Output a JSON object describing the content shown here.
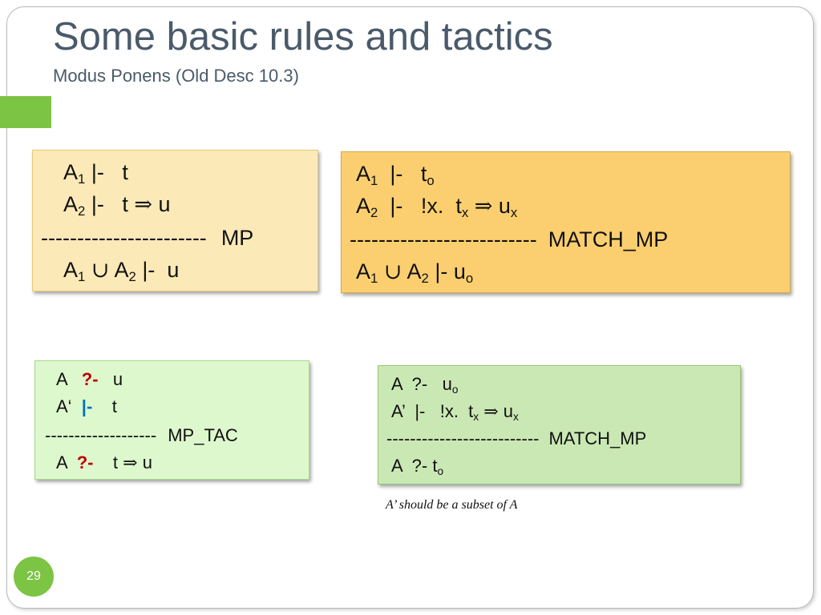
{
  "slide": {
    "title": "Some basic rules and tactics",
    "subtitle": "Modus Ponens (Old Desc 10.3)",
    "page_number": "29",
    "note": "A’ should be a subset of A"
  },
  "symbols": {
    "implies": "⇒",
    "union": "∪"
  },
  "mp_rule": {
    "l1_a": "A",
    "l1_sub": "1",
    "l1_rest": " |-   t",
    "l2_a": "A",
    "l2_sub": "2",
    "l2_rest": " |-   t ",
    "l2_end": " u",
    "separator": "-----------------------",
    "name": "MP",
    "c_a1": "A",
    "c_sub1": "1",
    "c_a2": "A",
    "c_sub2": "2",
    "c_rest": " |-  u"
  },
  "match_mp_rule": {
    "l1_a": "A",
    "l1_sub": "1",
    "l1_rest": "  |-   t",
    "l1_sub2": "o",
    "l2_a": "A",
    "l2_sub": "2",
    "l2_rest": "  |-   !x.  t",
    "l2_subx": "x",
    "l2_u": " u",
    "l2_subx2": "x",
    "separator": "--------------------------",
    "name": "MATCH_MP",
    "c_a1": "A",
    "c_sub1": "1",
    "c_a2": "A",
    "c_sub2": "2",
    "c_rest": " |- u",
    "c_sub3": "o"
  },
  "mp_tac": {
    "l1_a": "A   ",
    "l1_op": "?-",
    "l1_rest": "   u",
    "l2_a": "A‘  ",
    "l2_op": "|-",
    "l2_rest": "    t",
    "separator": "-------------------",
    "name": "MP_TAC",
    "g_a": "A  ",
    "g_op": "?-",
    "g_t": "    t ",
    "g_u": " u"
  },
  "match_mp_tac": {
    "l1": "A  ?-   u",
    "l1_sub": "o",
    "l2": "A’  |-   !x.  t",
    "l2_subx": "x",
    "l2_u": " u",
    "l2_subx2": "x",
    "separator": "--------------------------",
    "name": "MATCH_MP",
    "g": "A  ?- t",
    "g_sub": "o"
  }
}
